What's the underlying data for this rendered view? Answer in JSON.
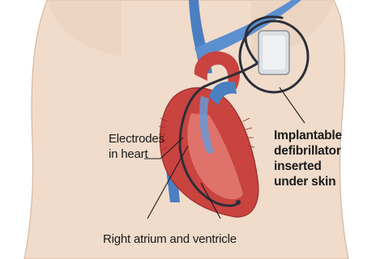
{
  "labels": {
    "electrodes_line1": "Electrodes",
    "electrodes_line2": "in heart",
    "device_line1": "Implantable",
    "device_line2": "defibrillator",
    "device_line3": "inserted",
    "device_line4": "under skin",
    "chambers": "Right atrium and ventricle"
  },
  "colors": {
    "skin": "#f1dccb",
    "skin_shadow": "#e2c3ab",
    "heart_red": "#c9433f",
    "heart_light": "#e6837b",
    "vein_blue": "#4a7fc1",
    "lead_dark": "#2b2f3a",
    "device_silver": "#dcdfe2"
  }
}
